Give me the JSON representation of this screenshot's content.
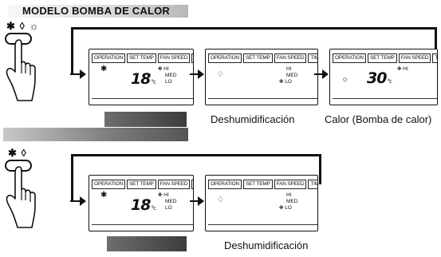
{
  "section_title": "MODELO BOMBA DE CALOR",
  "lcd_tabs": [
    "OPERATION",
    "SET TEMP",
    "FAN SPEED",
    "TIM"
  ],
  "speeds": [
    "HI",
    "MED",
    "LO"
  ],
  "temperatures": {
    "cool": "18",
    "heat": "30",
    "unit": "°c"
  },
  "captions": {
    "dehumidify": "Deshumidificación",
    "heat": "Calor (Bomba de calor)"
  },
  "icons": {
    "cool": "snowflake-icon",
    "dehumidify": "water-drop-icon",
    "heat": "sun-icon",
    "fan": "fan-icon"
  },
  "glyphs": {
    "cool": "✱",
    "drop": "♢",
    "sun": "☼",
    "fan": "✤"
  },
  "top_mode_icons": "✱ ◊ ☼",
  "bottom_mode_icons": "✱ ◊"
}
